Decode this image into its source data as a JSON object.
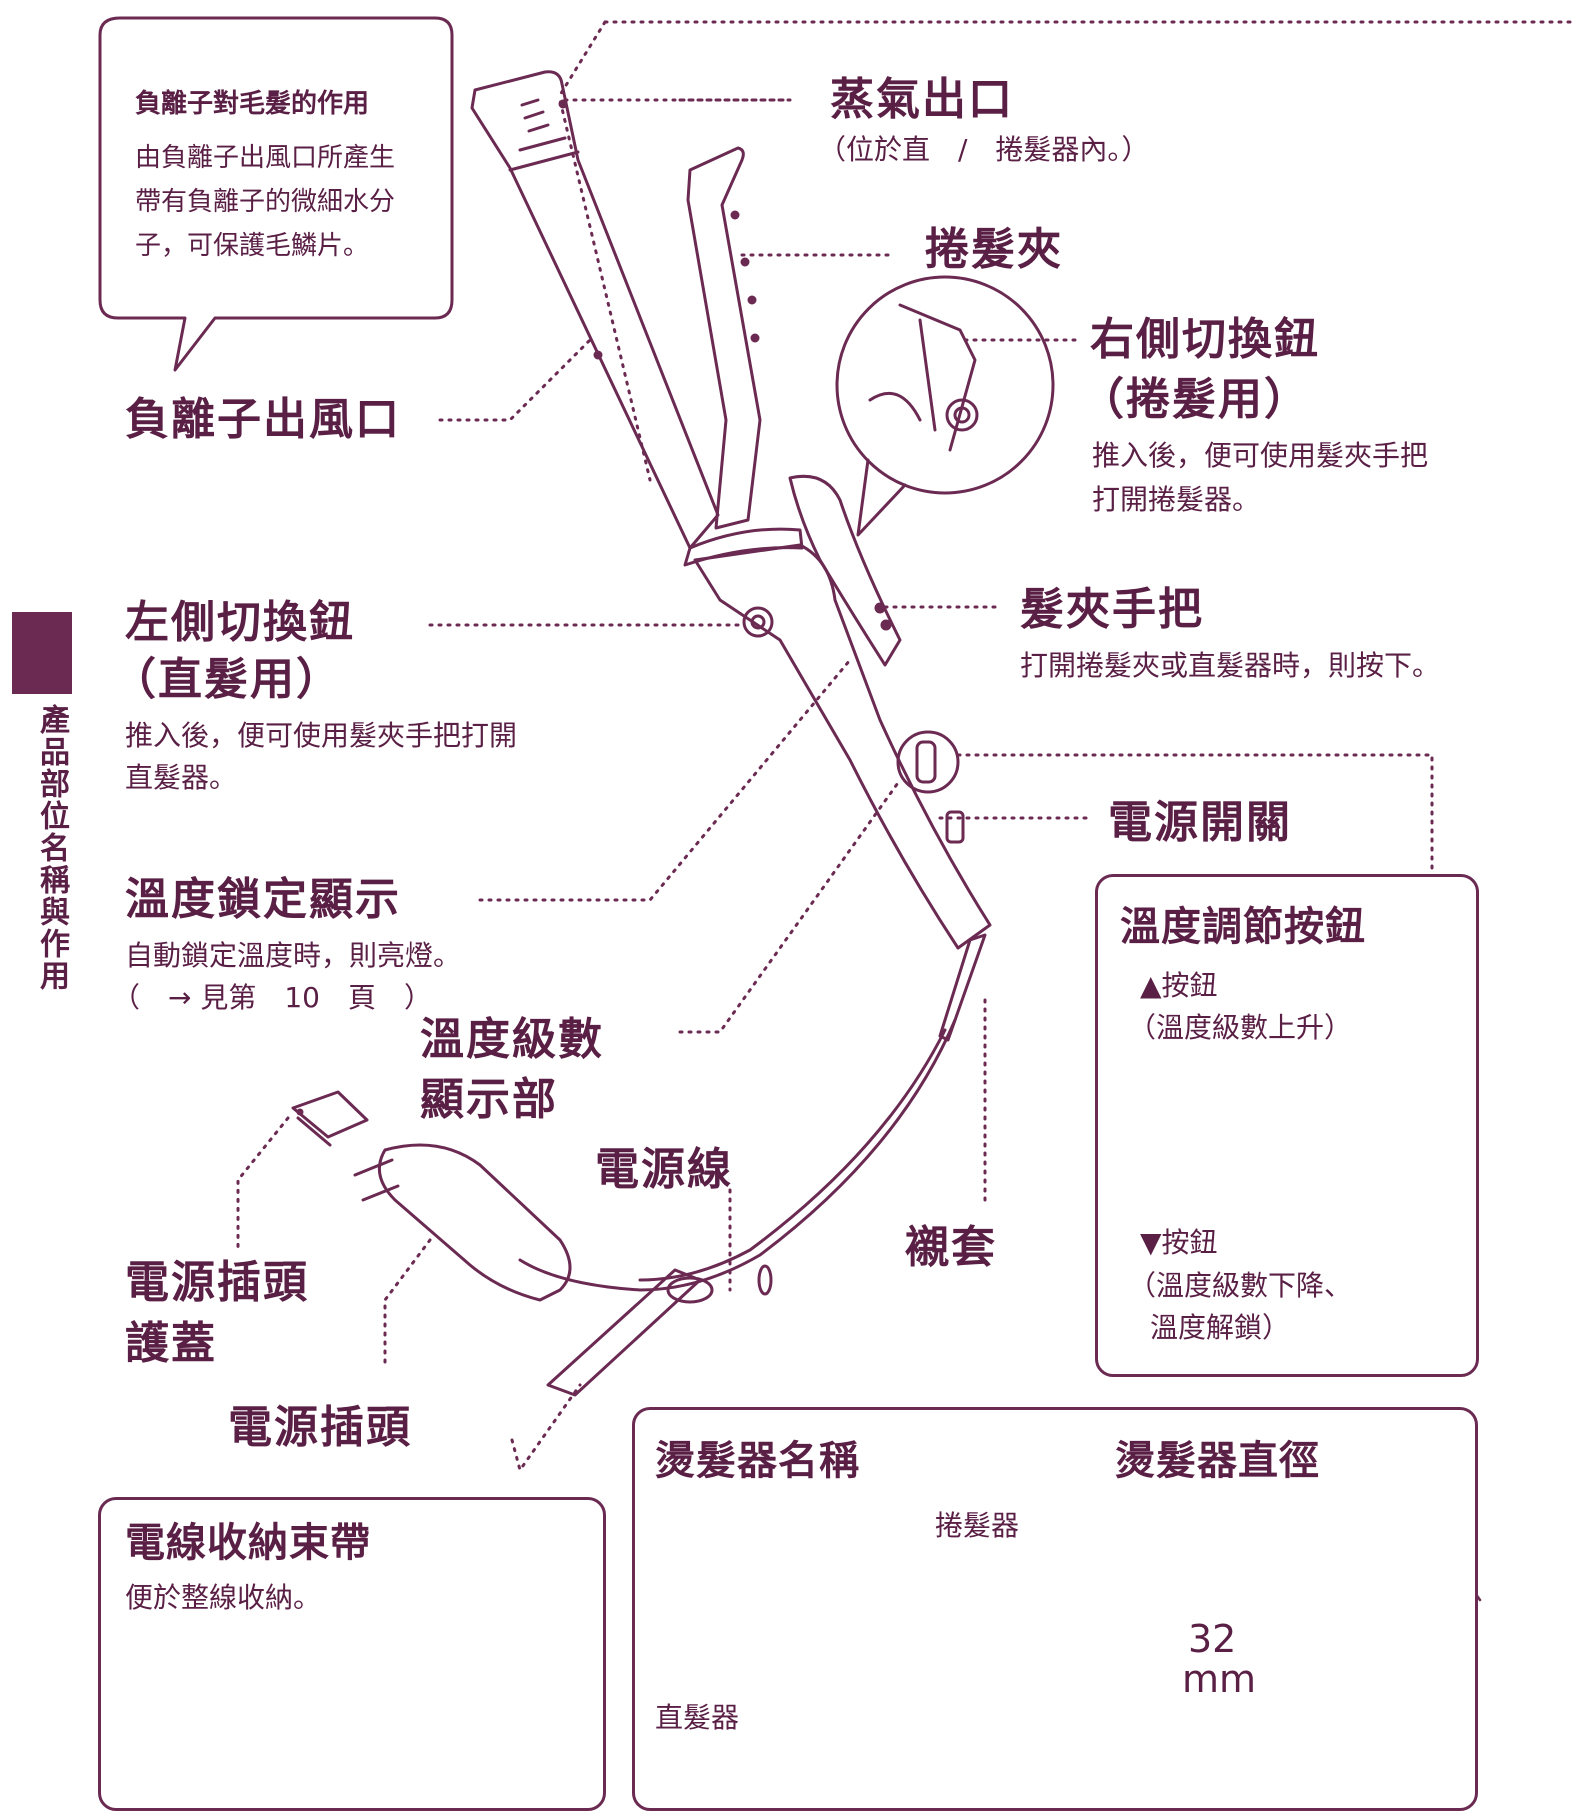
{
  "side_tab": {
    "label": "產品部位名稱與作用"
  },
  "callout": {
    "title": "負離子對毛髮的作用",
    "line1": "由負離子出風口所產生",
    "line2": "帶有負離子的微細水分",
    "line3": "子，可保護毛鱗片。"
  },
  "labels": {
    "steam_outlet": "蒸氣出口",
    "steam_outlet_note": "（位於直　/　捲髮器內。）",
    "curl_clip": "捲髮夾",
    "right_switch": "右側切換鈕",
    "right_switch_sub": "（捲髮用）",
    "right_switch_desc1": "推入後，便可使用髮夾手把",
    "right_switch_desc2": "打開捲髮器。",
    "ion_outlet": "負離子出風口",
    "left_switch": "左側切換鈕",
    "left_switch_sub": "（直髮用）",
    "left_switch_desc1": "推入後，便可使用髮夾手把打開",
    "left_switch_desc2": "直髮器。",
    "clip_handle": "髮夾手把",
    "clip_handle_desc": "打開捲髮夾或直髮器時，則按下。",
    "power_switch": "電源開關",
    "temp_lock": "溫度鎖定顯示",
    "temp_lock_desc1": "自動鎖定溫度時，則亮燈。",
    "temp_lock_desc2": "（　→ 見第　10　頁　）",
    "temp_level1": "溫度級數",
    "temp_level2": "顯示部",
    "power_cord": "電源線",
    "sleeve": "襯套",
    "plug_cover1": "電源插頭",
    "plug_cover2": "護蓋",
    "plug": "電源插頭"
  },
  "temp_box": {
    "title": "溫度調節按鈕",
    "up_label": "▲按鈕",
    "up_desc": "（溫度級數上升）",
    "down_label": "▼按鈕",
    "down_desc1": "（溫度級數下降、",
    "down_desc2": "溫度解鎖）"
  },
  "cord_box": {
    "title": "電線收納束帶",
    "desc": "便於整線收納。"
  },
  "iron_box": {
    "name_title": "燙髮器名稱",
    "diameter_title": "燙髮器直徑",
    "curler": "捲髮器",
    "straightener": "直髮器",
    "diameter_value": "32",
    "diameter_unit": "mm"
  },
  "colors": {
    "ink": "#6b2a52",
    "text": "#5a1f45",
    "cord": "#f3e6ee"
  }
}
